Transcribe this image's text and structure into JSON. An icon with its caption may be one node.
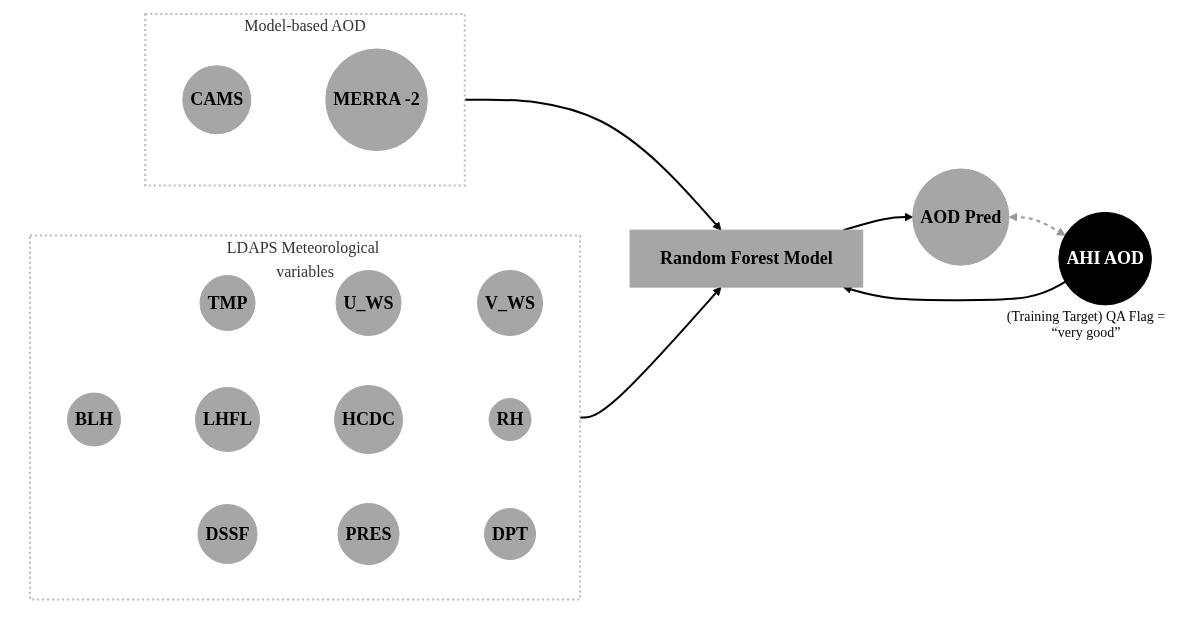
{
  "diagram": {
    "nodes": [
      {
        "text": [
          "Model-based AOD"
        ]
      },
      {
        "text": [
          "CAMS"
        ],
        "in": 0
      },
      {
        "text": [
          "MERRA -2"
        ],
        "in": 0
      },
      {
        "text": [
          "LDAPS Meteorological variables"
        ]
      },
      {
        "text": [
          "TMP"
        ],
        "in": 3
      },
      {
        "text": [
          "U_WS"
        ],
        "in": 3
      },
      {
        "text": [
          "V_WS"
        ],
        "in": 3
      },
      {
        "text": [
          "BLH"
        ],
        "in": 3
      },
      {
        "text": [
          "LHFL"
        ],
        "in": 3
      },
      {
        "text": [
          "HCDC"
        ],
        "in": 3
      },
      {
        "text": [
          "RH"
        ],
        "in": 3
      },
      {
        "text": [
          "DSSF"
        ],
        "in": 3
      },
      {
        "text": [
          "PRES"
        ],
        "in": 3
      },
      {
        "text": [
          "DPT"
        ],
        "in": 3
      },
      {
        "text": [
          "Random Forest Model"
        ]
      },
      {
        "text": [
          "AOD Pred"
        ]
      },
      {
        "text": [
          "AHI AOD"
        ],
        "beside": [
          "(Training Target) QA Flag = “very good”"
        ]
      }
    ],
    "edges": [
      {
        "from": 0,
        "to": 14,
        "arrow": "to"
      },
      {
        "from": 3,
        "to": 14,
        "arrow": "to"
      },
      {
        "from": 14,
        "to": 15,
        "arrow": "to"
      },
      {
        "from": 16,
        "to": 14,
        "arrow": "to"
      },
      {
        "from": 15,
        "to": 16,
        "arrow": "both",
        "style": "dashed",
        "color": "#999999"
      }
    ]
  }
}
